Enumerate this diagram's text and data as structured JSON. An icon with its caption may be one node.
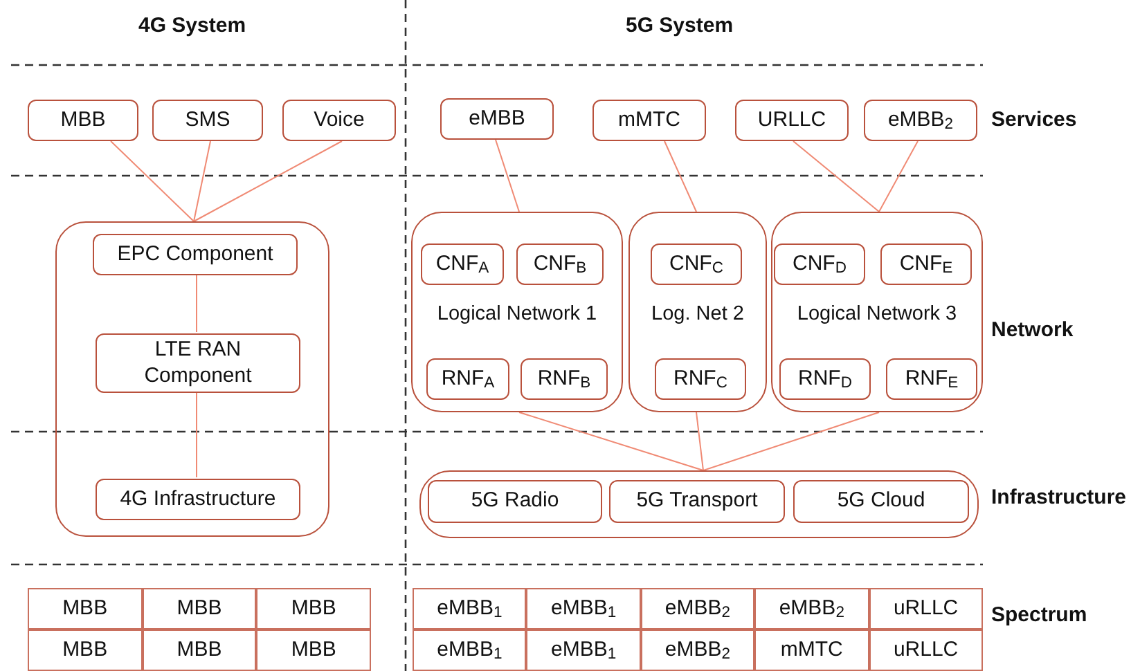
{
  "diagram": {
    "nodes": [
      {
        "text": [
          "MBB"
        ]
      },
      {
        "text": [
          "SMS"
        ]
      },
      {
        "text": [
          "Voice"
        ]
      },
      {
        "text": [],
        "shape": "box"
      },
      {
        "text": [
          "EPC Component"
        ],
        "in": 3
      },
      {
        "text": [
          "LTE RAN Component"
        ],
        "in": 3
      },
      {
        "text": [
          "4G Infrastructure"
        ],
        "in": 3
      },
      {
        "text": [
          "eMBB"
        ]
      },
      {
        "text": [
          "mMTC"
        ]
      },
      {
        "text": [
          "URLLC"
        ]
      },
      {
        "text": [
          "eMBB$_{2}$"
        ]
      },
      {
        "text": [
          "Logical Network 1"
        ]
      },
      {
        "text": [
          "CNF$_{A}$"
        ],
        "in": 11
      },
      {
        "text": [
          "CNF$_{B}$"
        ],
        "in": 11
      },
      {
        "text": [
          "RNF$_{A}$"
        ],
        "in": 11
      },
      {
        "text": [
          "RNF$_{B}$"
        ],
        "in": 11
      },
      {
        "text": [
          "Log. Net 2"
        ]
      },
      {
        "text": [
          "CNF$_{C}$"
        ],
        "in": 16
      },
      {
        "text": [
          "RNF$_{C}$"
        ],
        "in": 16
      },
      {
        "text": [
          "Logical Network 3"
        ]
      },
      {
        "text": [
          "CNF$_{D}$"
        ],
        "in": 19
      },
      {
        "text": [
          "CNF$_{E}$"
        ],
        "in": 19
      },
      {
        "text": [
          "RNF$_{D}$"
        ],
        "in": 19
      },
      {
        "text": [
          "RNF$_{E}$"
        ],
        "in": 19
      },
      {
        "text": [],
        "shape": "box"
      },
      {
        "text": [
          "5G Radio"
        ],
        "in": 24
      },
      {
        "text": [
          "5G Transport"
        ],
        "in": 24
      },
      {
        "text": [
          "5G Cloud"
        ],
        "in": 24
      }
    ],
    "edges": [
      {
        "from": 0,
        "to": 3,
        "arrow": "none"
      },
      {
        "from": 1,
        "to": 3,
        "arrow": "none"
      },
      {
        "from": 2,
        "to": 3,
        "arrow": "none"
      },
      {
        "from": 4,
        "to": 5,
        "arrow": "none"
      },
      {
        "from": 5,
        "to": 6,
        "arrow": "none"
      },
      {
        "from": 7,
        "to": 11,
        "arrow": "none"
      },
      {
        "from": 8,
        "to": 16,
        "arrow": "none"
      },
      {
        "from": 9,
        "to": 19,
        "arrow": "none"
      },
      {
        "from": 10,
        "to": 19,
        "arrow": "none"
      },
      {
        "from": 11,
        "to": 24,
        "arrow": "none"
      },
      {
        "from": 16,
        "to": 24,
        "arrow": "none"
      },
      {
        "from": 19,
        "to": 24,
        "arrow": "none"
      }
    ],
    "labels": [
      "4G System",
      "5G System",
      "Services",
      "Network",
      "Infrastructure",
      "Spectrum",
      "MBB",
      "MBB",
      "MBB",
      "MBB",
      "MBB",
      "MBB",
      "eMBB$_{1}$",
      "eMBB$_{1}$",
      "eMBB$_{2}$",
      "eMBB$_{2}$",
      "uRLLC",
      "eMBB$_{1}$",
      "eMBB$_{1}$",
      "eMBB$_{2}$",
      "mMTC",
      "uRLLC"
    ]
  }
}
